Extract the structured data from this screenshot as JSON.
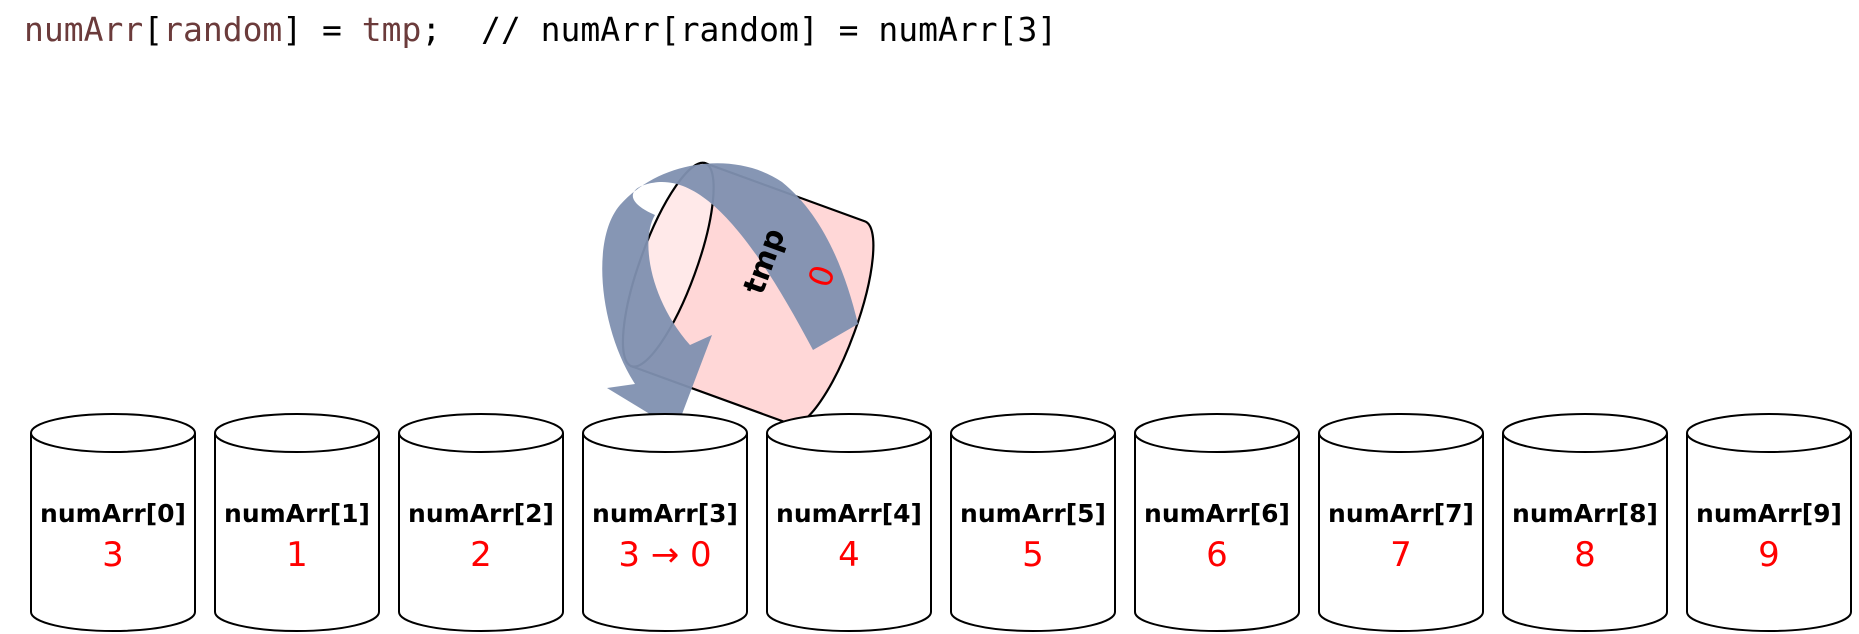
{
  "code": {
    "token_array": "numArr",
    "token_open": "[",
    "token_index": "random",
    "token_close_assign": "] = ",
    "token_tmp": "tmp",
    "token_semicolon": ";",
    "comment": "  // numArr[random] = numArr[3]"
  },
  "tmp_bucket": {
    "label": "tmp",
    "value": "0",
    "fill": "#ffd7d7"
  },
  "arrow_color": "#7f90b0",
  "cylinders": [
    {
      "label": "numArr[0]",
      "value": "3"
    },
    {
      "label": "numArr[1]",
      "value": "1"
    },
    {
      "label": "numArr[2]",
      "value": "2"
    },
    {
      "label": "numArr[3]",
      "value": "3 → 0"
    },
    {
      "label": "numArr[4]",
      "value": "4"
    },
    {
      "label": "numArr[5]",
      "value": "5"
    },
    {
      "label": "numArr[6]",
      "value": "6"
    },
    {
      "label": "numArr[7]",
      "value": "7"
    },
    {
      "label": "numArr[8]",
      "value": "8"
    },
    {
      "label": "numArr[9]",
      "value": "9"
    }
  ]
}
